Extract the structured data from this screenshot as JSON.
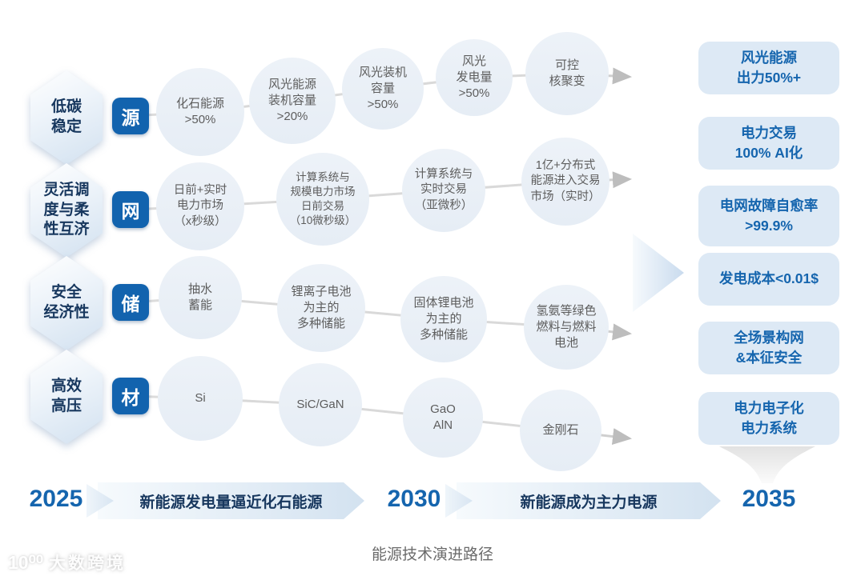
{
  "title": "能源技术演进路径",
  "watermark": {
    "logo": "10⁰⁰",
    "brand": "大数跨境"
  },
  "rows": [
    {
      "dimension": "低碳\n稳定",
      "category": "源",
      "nodes": [
        "化石能源\n>50%",
        "风光能源\n装机容量\n>20%",
        "风光装机\n容量\n>50%",
        "风光\n发电量\n>50%",
        "可控\n核聚变"
      ]
    },
    {
      "dimension": "灵活调\n度与柔\n性互济",
      "category": "网",
      "nodes": [
        "日前+实时\n电力市场\n（x秒级）",
        "计算系统与\n规模电力市场\n日前交易\n（10微秒级）",
        "计算系统与\n实时交易\n（亚微秒）",
        "1亿+分布式\n能源进入交易\n市场（实时）"
      ]
    },
    {
      "dimension": "安全\n经济性",
      "category": "储",
      "nodes": [
        "抽水\n蓄能",
        "锂离子电池\n为主的\n多种储能",
        "固体锂电池\n为主的\n多种储能",
        "氢氨等绿色\n燃料与燃料\n电池"
      ]
    },
    {
      "dimension": "高效\n高压",
      "category": "材",
      "nodes": [
        "Si",
        "SiC/GaN",
        "GaO\nAlN",
        "金刚石"
      ]
    }
  ],
  "outcomes": [
    "风光能源\n出力50%+",
    "电力交易\n100% AI化",
    "电网故障自愈率\n>99.9%",
    "发电成本<0.01$",
    "全场景构网\n&本征安全",
    "电力电子化\n电力系统"
  ],
  "timeline": {
    "years": [
      "2025",
      "2030",
      "2035"
    ],
    "milestones": [
      "新能源发电量逼近化石能源",
      "新能源成为主力电源"
    ]
  },
  "colors": {
    "accent_blue": "#1263ae",
    "outcome_text_blue": "#1565ae",
    "dark_navy": "#17375e",
    "circle_fill": "#e9eff6",
    "outcome_fill": "#dde9f5",
    "node_text_gray": "#5d5d5d"
  }
}
